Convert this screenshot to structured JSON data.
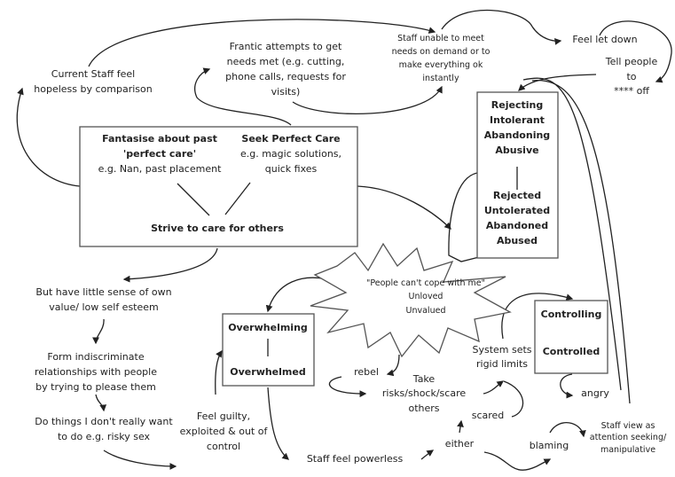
{
  "nodes": {
    "current_staff": [
      "Current Staff feel",
      "hopeless by comparison"
    ],
    "frantic": [
      "Frantic attempts to get",
      "needs met (e.g. cutting,",
      "phone calls, requests for",
      "visits)"
    ],
    "staff_unable": [
      "Staff unable to meet",
      "needs on demand or to",
      "make everything ok",
      "instantly"
    ],
    "feel_let_down": "Feel let down",
    "tell_people": [
      "Tell people",
      "to",
      "**** off"
    ],
    "fantasise": [
      "Fantasise about past",
      "'perfect care'",
      "e.g. Nan, past placement"
    ],
    "seek": [
      "Seek Perfect Care",
      "e.g. magic solutions,",
      "quick fixes"
    ],
    "strive": "Strive to care for others",
    "rejecting": [
      "Rejecting",
      "Intolerant",
      "Abandoning",
      "Abusive"
    ],
    "rejected": [
      "Rejected",
      "Untolerated",
      "Abandoned",
      "Abused"
    ],
    "star": [
      "\"People can't cope with me\"",
      "Unloved",
      "Unvalued"
    ],
    "low_esteem": [
      "But have little sense of own",
      "value/ low self esteem"
    ],
    "form": [
      "Form indiscriminate",
      "relationships with people",
      "by trying to please them"
    ],
    "do_things": [
      "Do things I don't really want",
      "to do e.g. risky sex"
    ],
    "overwhelming": "Overwhelming",
    "overwhelmed": "Overwhelmed",
    "feel_guilty": [
      "Feel guilty,",
      "exploited & out of",
      "control"
    ],
    "controlling": "Controlling",
    "controlled": "Controlled",
    "system": [
      "System sets",
      "rigid limits"
    ],
    "rebel": "rebel",
    "take_risks": [
      "Take",
      "risks/shock/scare",
      "others"
    ],
    "scared": "scared",
    "angry": "angry",
    "either": "either",
    "staff_powerless": "Staff feel powerless",
    "blaming": "blaming",
    "staff_view": [
      "Staff view as",
      "attention seeking/",
      "manipulative"
    ]
  }
}
